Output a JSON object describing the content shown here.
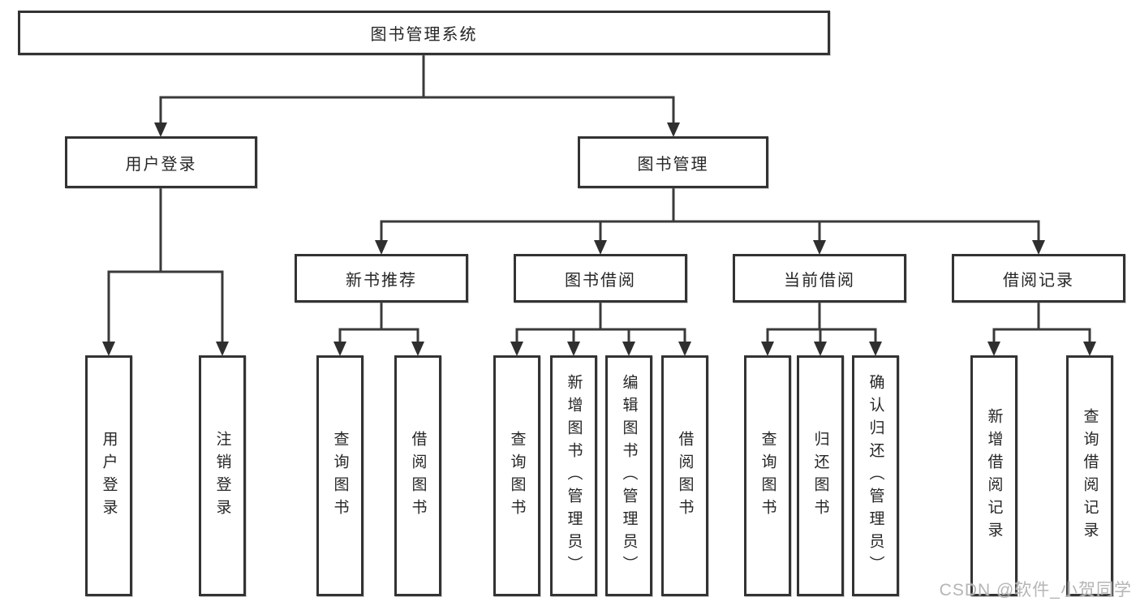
{
  "diagram": {
    "title": "图书管理系统",
    "branches": [
      {
        "label": "用户登录",
        "leaves": [
          "用户登录",
          "注销登录"
        ]
      },
      {
        "label": "图书管理",
        "groups": [
          {
            "label": "新书推荐",
            "leaves": [
              "查询图书",
              "借阅图书"
            ]
          },
          {
            "label": "图书借阅",
            "leaves": [
              "查询图书",
              "新增图书（管理员）",
              "编辑图书（管理员）",
              "借阅图书"
            ]
          },
          {
            "label": "当前借阅",
            "leaves": [
              "查询图书",
              "归还图书",
              "确认归还（管理员）"
            ]
          },
          {
            "label": "借阅记录",
            "leaves": [
              "新增借阅记录",
              "查询借阅记录"
            ]
          }
        ]
      }
    ]
  },
  "watermark": {
    "text": "CSDN @软件_小贺同学"
  },
  "colors": {
    "line": "#3a3a3a",
    "box_border": "#333333",
    "text": "#262626",
    "watermark": "#b5b5b5",
    "background": "#ffffff"
  }
}
